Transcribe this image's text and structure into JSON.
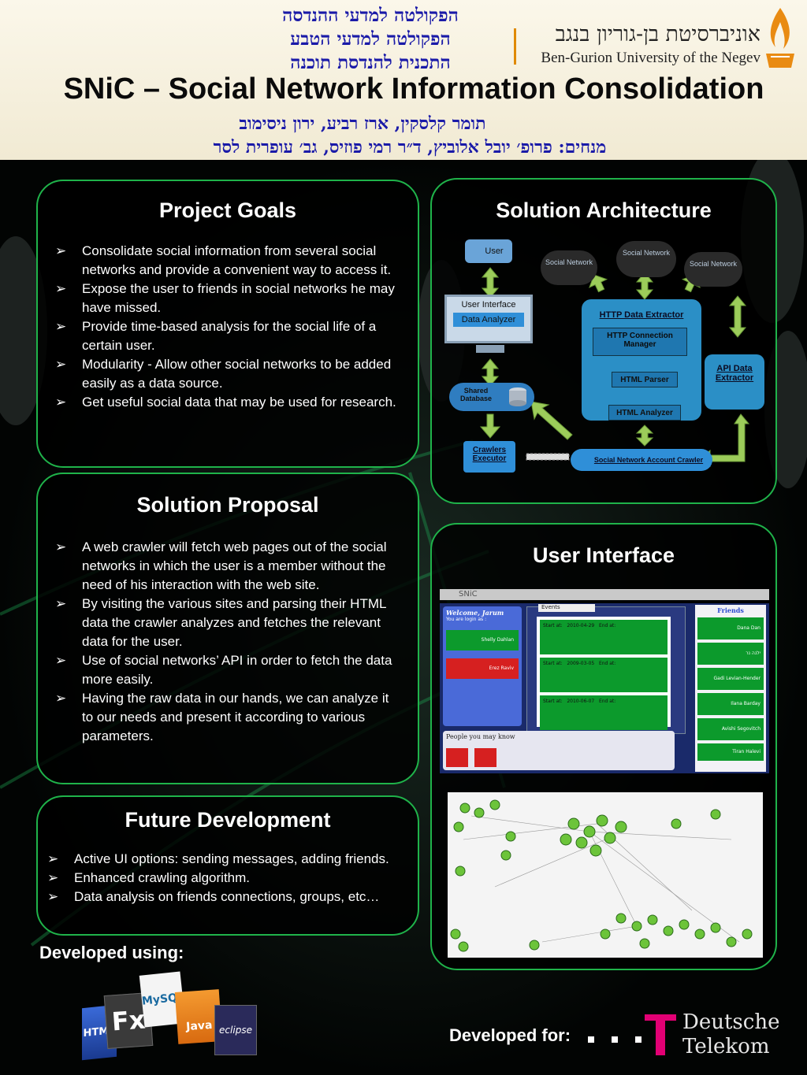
{
  "header": {
    "hebrew_lines": [
      "הפקולטה למדעי ההנדסה",
      "הפקולטה למדעי הטבע",
      "התכנית להנדסת תוכנה"
    ],
    "title": "SNiC – Social Network Information Consolidation",
    "authors": "תומר קלסקין, ארז רביע, ירון ניסימוב",
    "mentors": "מנחים: פרופ׳ יובל אלוביץ, ד״ר רמי פוזיס, גב׳ עופרית לסר",
    "logo_hebrew": "אוניברסיטת בן-גוריון בנגב",
    "logo_english": "Ben-Gurion University of the Negev"
  },
  "project_goals": {
    "title": "Project Goals",
    "items": [
      "Consolidate social information from several social networks and provide a convenient way to access it.",
      "Expose the user to friends in social networks he may have missed.",
      "Provide time-based analysis for the social life of a certain user.",
      "Modularity - Allow other social networks to be added easily as a data source.",
      "Get useful social data that may be used for research."
    ]
  },
  "solution_proposal": {
    "title": "Solution Proposal",
    "items": [
      "A web crawler will fetch web pages out of the social networks in which the user is a member without the need of his interaction with the web site.",
      "By visiting the various sites and parsing their HTML data the crawler analyzes and fetches the relevant data for the user.",
      "Use of social networks’ API in order to fetch the data more easily.",
      "Having the raw data in our hands, we can analyze it to our needs and present it according to various parameters."
    ]
  },
  "future_development": {
    "title": "Future Development",
    "items": [
      "Active UI options: sending messages, adding friends.",
      "Enhanced crawling algorithm.",
      "Data analysis on friends connections, groups, etc…"
    ]
  },
  "architecture": {
    "title": "Solution Architecture",
    "user": "User",
    "social_network_1": "Social Network",
    "social_network_2": "Social Network",
    "social_network_3": "Social Network",
    "user_interface": "User Interface",
    "data_analyzer": "Data Analyzer",
    "http_data_extractor": "HTTP Data Extractor",
    "http_connection_manager": "HTTP Connection Manager",
    "html_parser": "HTML Parser",
    "html_analyzer": "HTML Analyzer",
    "api_data_extractor": "API Data Extractor",
    "shared_database": "Shared Database",
    "crawlers_executor": "Crawlers Executor",
    "account_crawler": "Social Network Account Crawler"
  },
  "user_interface": {
    "title": "User Interface",
    "app_name": "SNiC",
    "welcome": "Welcome, Jarum",
    "login_note": "You are login as :",
    "events_tab": "Events",
    "friends_header": "Friends",
    "people_header": "People you may know",
    "accounts": [
      "Shelly Dahlan",
      "Erez Raviv"
    ],
    "friends": [
      "Dana Dan",
      "ילנה נר",
      "Gadi Levian-Hender",
      "Ilana Barday",
      "Avishi Segovitch",
      "Tiran Halevi"
    ],
    "event_start": "Start at:",
    "event_end": "End at:"
  },
  "footer": {
    "developed_using": "Developed using:",
    "developed_for": "Developed for:",
    "tech_logos": [
      "HTML",
      "Fx",
      "MySQL",
      "Java",
      "eclipse"
    ],
    "company_name_1": "Deutsche",
    "company_name_2": "Telekom"
  },
  "colors": {
    "panel_border": "#1fb34a",
    "header_text": "#1a1aa8",
    "telekom_magenta": "#e20074"
  }
}
